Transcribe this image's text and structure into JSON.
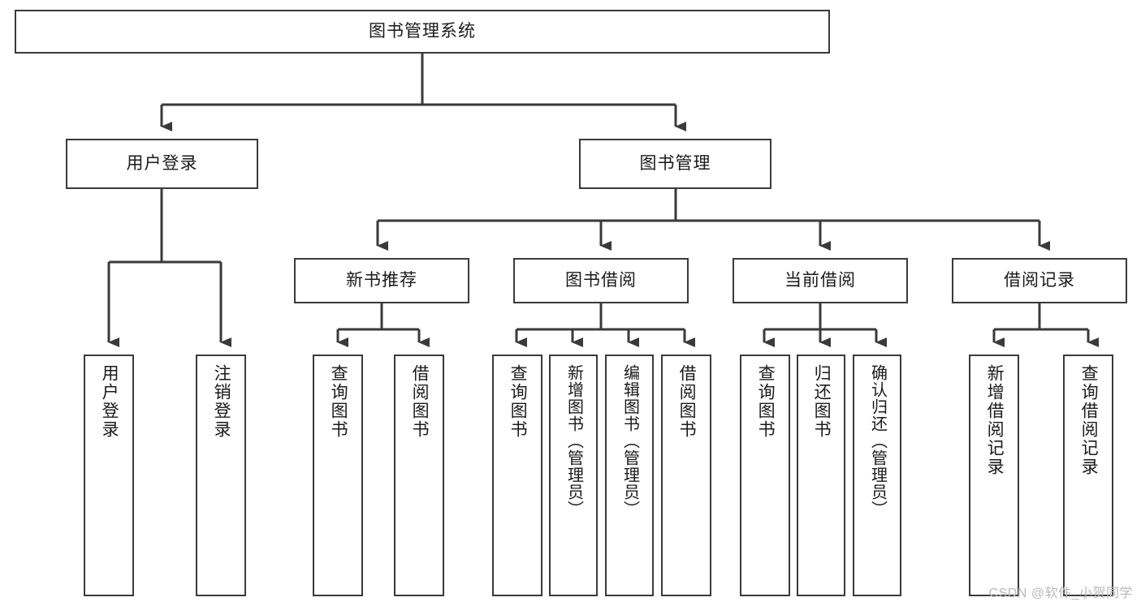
{
  "diagram": {
    "title": "图书管理系统",
    "type": "tree",
    "watermark": "CSDN @软件_小贺同学",
    "colors": {
      "box_border": "#3a3a3a",
      "box_fill": "#ffffff",
      "edge": "#3a3a3a",
      "text": "#1a1a1a",
      "watermark": "#b9b9b9"
    },
    "nodes": {
      "root": {
        "label": "图书管理系统"
      },
      "level2": [
        {
          "label": "用户登录"
        },
        {
          "label": "图书管理"
        }
      ],
      "level3": [
        {
          "label": "新书推荐"
        },
        {
          "label": "图书借阅"
        },
        {
          "label": "当前借阅"
        },
        {
          "label": "借阅记录"
        }
      ],
      "leaves": {
        "user_login": [
          {
            "label": "用户登录"
          },
          {
            "label": "注销登录"
          }
        ],
        "new_book_recommend": [
          {
            "label": "查询图书"
          },
          {
            "label": "借阅图书"
          }
        ],
        "book_borrow": [
          {
            "label": "查询图书"
          },
          {
            "label": "新增图书（管理员）"
          },
          {
            "label": "编辑图书（管理员）"
          },
          {
            "label": "借阅图书"
          }
        ],
        "current_borrow": [
          {
            "label": "查询图书"
          },
          {
            "label": "归还图书"
          },
          {
            "label": "确认归还（管理员）"
          }
        ],
        "borrow_record": [
          {
            "label": "新增借阅记录"
          },
          {
            "label": "查询借阅记录"
          }
        ]
      }
    }
  }
}
